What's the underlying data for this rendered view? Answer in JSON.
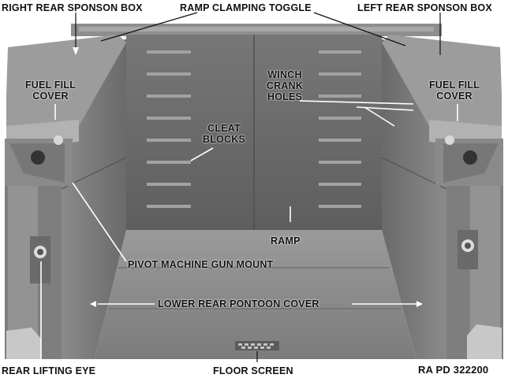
{
  "figure": {
    "labels": {
      "right_rear_sponson_box": "RIGHT REAR SPONSON BOX",
      "ramp_clamping_toggle": "RAMP CLAMPING TOGGLE",
      "left_rear_sponson_box": "LEFT REAR SPONSON BOX",
      "fuel_fill_cover_right_line1": "FUEL FILL",
      "fuel_fill_cover_right_line2": "COVER",
      "fuel_fill_cover_left_line1": "FUEL FILL",
      "fuel_fill_cover_left_line2": "COVER",
      "winch_crank_holes_line1": "WINCH",
      "winch_crank_holes_line2": "CRANK",
      "winch_crank_holes_line3": "HOLES",
      "cleat_blocks_line1": "CLEAT",
      "cleat_blocks_line2": "BLOCKS",
      "ramp": "RAMP",
      "pivot_machine_gun_mount": "PIVOT MACHINE GUN MOUNT",
      "lower_rear_pontoon_cover": "LOWER REAR PONTOON COVER",
      "rear_lifting_eye": "REAR LIFTING EYE",
      "floor_screen": "FLOOR SCREEN",
      "photo_reference": "RA PD 322200"
    }
  }
}
